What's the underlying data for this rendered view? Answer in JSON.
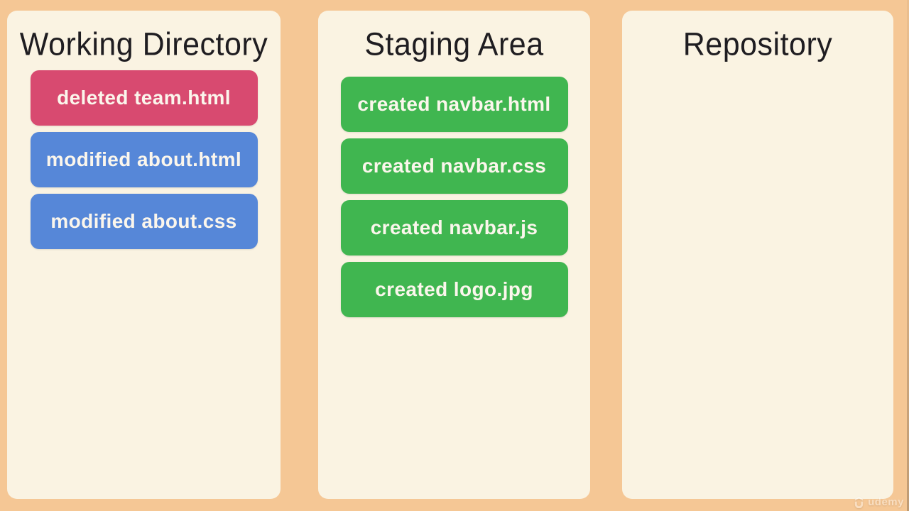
{
  "slide": {
    "background_color": "#f5c795",
    "panel_color": "#faf3e2",
    "title_color": "#1f1d21",
    "item_text_color": "#fbf6ec",
    "status_colors": {
      "deleted": "#d84a70",
      "modified": "#5687d8",
      "created": "#40b650"
    }
  },
  "columns": [
    {
      "title": "Working Directory",
      "items": [
        {
          "status": "deleted",
          "label": "deleted team.html"
        },
        {
          "status": "modified",
          "label": "modified about.html"
        },
        {
          "status": "modified",
          "label": "modified about.css"
        }
      ]
    },
    {
      "title": "Staging Area",
      "items": [
        {
          "status": "created",
          "label": "created navbar.html"
        },
        {
          "status": "created",
          "label": "created navbar.css"
        },
        {
          "status": "created",
          "label": "created navbar.js"
        },
        {
          "status": "created",
          "label": "created logo.jpg"
        }
      ]
    },
    {
      "title": "Repository",
      "items": []
    }
  ],
  "watermark": {
    "brand": "udemy"
  }
}
